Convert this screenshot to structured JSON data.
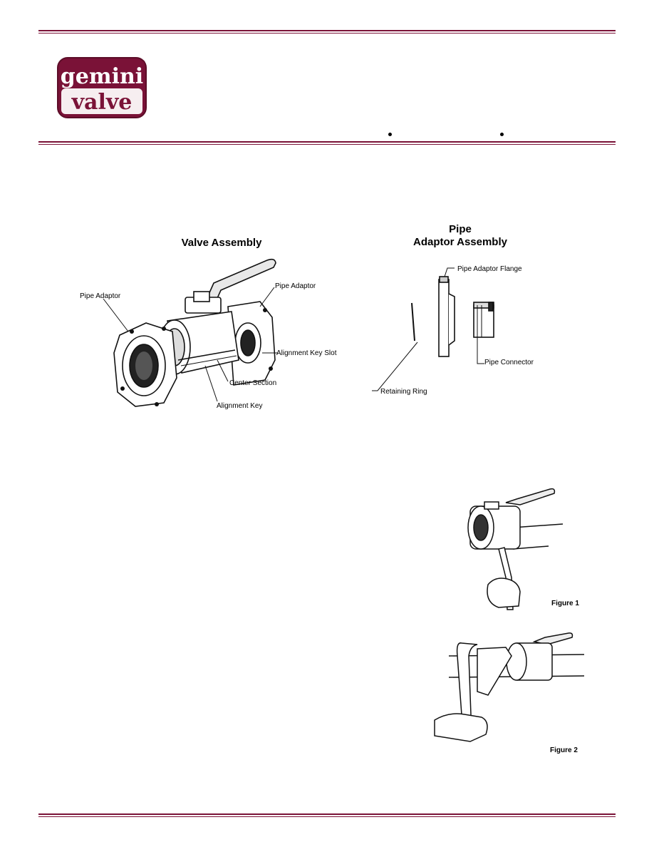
{
  "logo": {
    "line1": "gemini",
    "line2": "valve",
    "mark": "®"
  },
  "diagrams": {
    "valve_assembly": {
      "title": "Valve Assembly",
      "labels": {
        "pipe_adaptor_left": "Pipe Adaptor",
        "pipe_adaptor_right": "Pipe Adaptor",
        "alignment_key_slot": "Alignment Key Slot",
        "center_section": "Center Section",
        "alignment_key": "Alignment Key"
      }
    },
    "pipe_adaptor_assembly": {
      "title_line1": "Pipe",
      "title_line2": "Adaptor Assembly",
      "labels": {
        "pipe_adaptor_flange": "Pipe Adaptor Flange",
        "pipe_connector": "Pipe Connector",
        "retaining_ring": "Retaining Ring"
      }
    }
  },
  "figures": {
    "figure1": "Figure 1",
    "figure2": "Figure 2"
  }
}
